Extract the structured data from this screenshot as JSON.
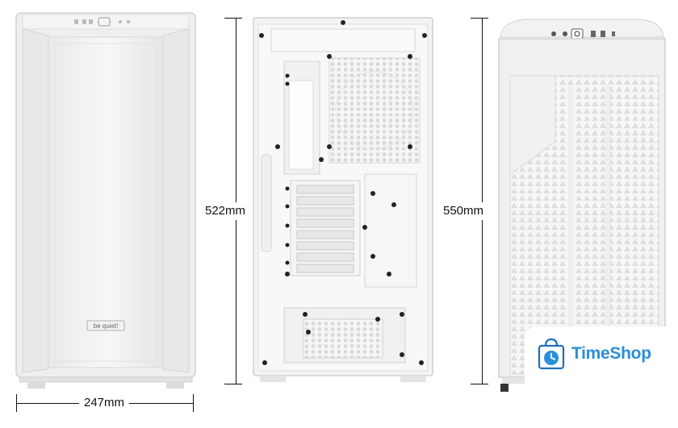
{
  "dimensions": {
    "width": "247mm",
    "height_side": "522mm",
    "height_rear": "550mm"
  },
  "front_badge": "be quiet!",
  "watermark": {
    "brand": "TimeShop",
    "icon": "shopping-bag-clock-icon",
    "color": "#2a8fd9"
  }
}
